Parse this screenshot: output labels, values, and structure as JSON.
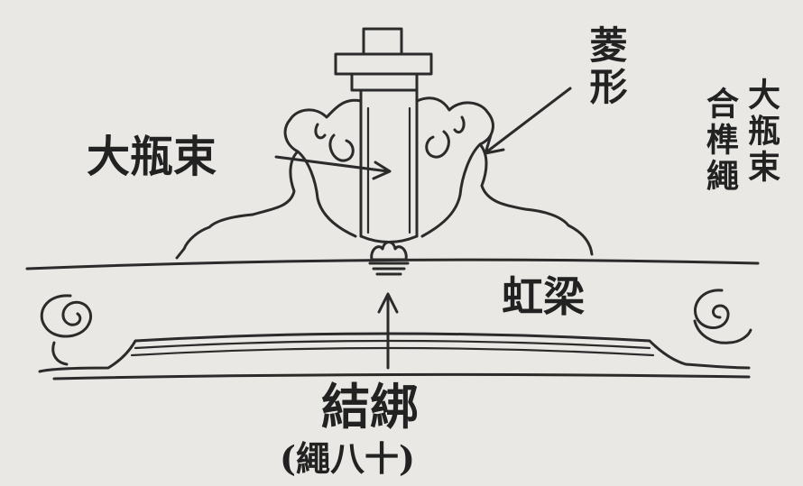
{
  "labels": {
    "main_beam": "大瓶束",
    "cloud_ornament": "菱形",
    "side_note_right": "大瓶束",
    "side_note_left": "合榫繩",
    "rainbow_beam": "虹梁",
    "joint": "結綁",
    "joint_note": "(繩八十)"
  },
  "colors": {
    "paper": "#e9e8e4",
    "ink": "#2b2b2b"
  }
}
